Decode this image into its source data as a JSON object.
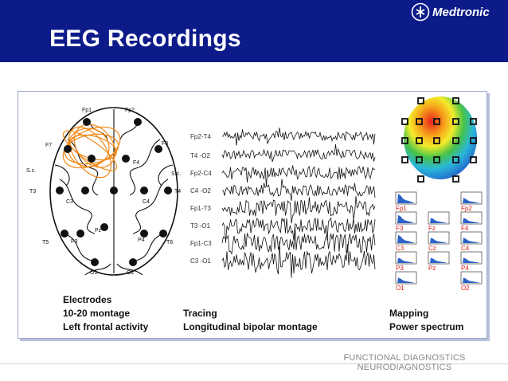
{
  "slide": {
    "title": "EEG Recordings",
    "brand": "Medtronic"
  },
  "brain": {
    "electrodes": [
      {
        "label": "Fp1"
      },
      {
        "label": "Fp2"
      },
      {
        "label": "F7"
      },
      {
        "label": "F8"
      },
      {
        "label": "F4"
      },
      {
        "label": "S.c."
      },
      {
        "label": "S.c."
      },
      {
        "label": "T3"
      },
      {
        "label": "T4"
      },
      {
        "label": "C3"
      },
      {
        "label": "C4"
      },
      {
        "label": "Pz"
      },
      {
        "label": "T5"
      },
      {
        "label": "P3"
      },
      {
        "label": "P4"
      },
      {
        "label": "T6"
      },
      {
        "label": "O1"
      },
      {
        "label": "O2"
      }
    ],
    "caption": [
      "Electrodes",
      "10-20 montage",
      "Left frontal activity"
    ]
  },
  "tracing": {
    "channels": [
      {
        "label": "Fp2-T4"
      },
      {
        "label": "T4 -O2"
      },
      {
        "label": "Fp2-C4"
      },
      {
        "label": "C4 -O2"
      },
      {
        "label": "Fp1-T3"
      },
      {
        "label": "T3 -O1"
      },
      {
        "label": "Fp1-C3"
      },
      {
        "label": "C3 -O1"
      }
    ],
    "caption": [
      "Tracing",
      "Longitudinal bipolar montage"
    ]
  },
  "mapping": {
    "spectra": [
      {
        "label": "Fp1"
      },
      {
        "label": "Fp2"
      },
      {
        "label": "F3"
      },
      {
        "label": "Fz"
      },
      {
        "label": "F4"
      },
      {
        "label": "C3"
      },
      {
        "label": "Cz"
      },
      {
        "label": "C4"
      },
      {
        "label": "P3"
      },
      {
        "label": "Pz"
      },
      {
        "label": "P4"
      },
      {
        "label": "O1"
      },
      {
        "label": "O2"
      }
    ],
    "caption": [
      "Mapping",
      "Power spectrum"
    ]
  },
  "footer": {
    "line1": "FUNCTIONAL DIAGNOSTICS",
    "line2": "NEURODIAGNOSTICS"
  },
  "colors": {
    "header": "#0d1b8a",
    "electrode": "#111111",
    "activity": "#f08a1a",
    "map_label": "#e01818"
  }
}
